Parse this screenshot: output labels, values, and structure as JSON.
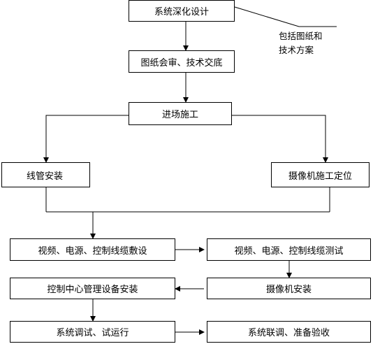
{
  "nodes": {
    "design": "系统深化设计",
    "review": "图纸会审、技术交底",
    "entry": "进场施工",
    "conduit": "线管安装",
    "camera_position": "摄像机施工定位",
    "cabling": "视频、电源、控制线缆敷设",
    "cable_test": "视频、电源、控制线缆测试",
    "camera_install": "摄像机安装",
    "control_center": "控制中心管理设备安装",
    "commissioning": "系统调试、试运行",
    "acceptance": "系统联调、准备验收"
  },
  "note": {
    "line1": "包括图纸和",
    "line2": "技术方案"
  },
  "colors": {
    "line": "#000000",
    "box_border": "#000000",
    "background": "#ffffff"
  }
}
